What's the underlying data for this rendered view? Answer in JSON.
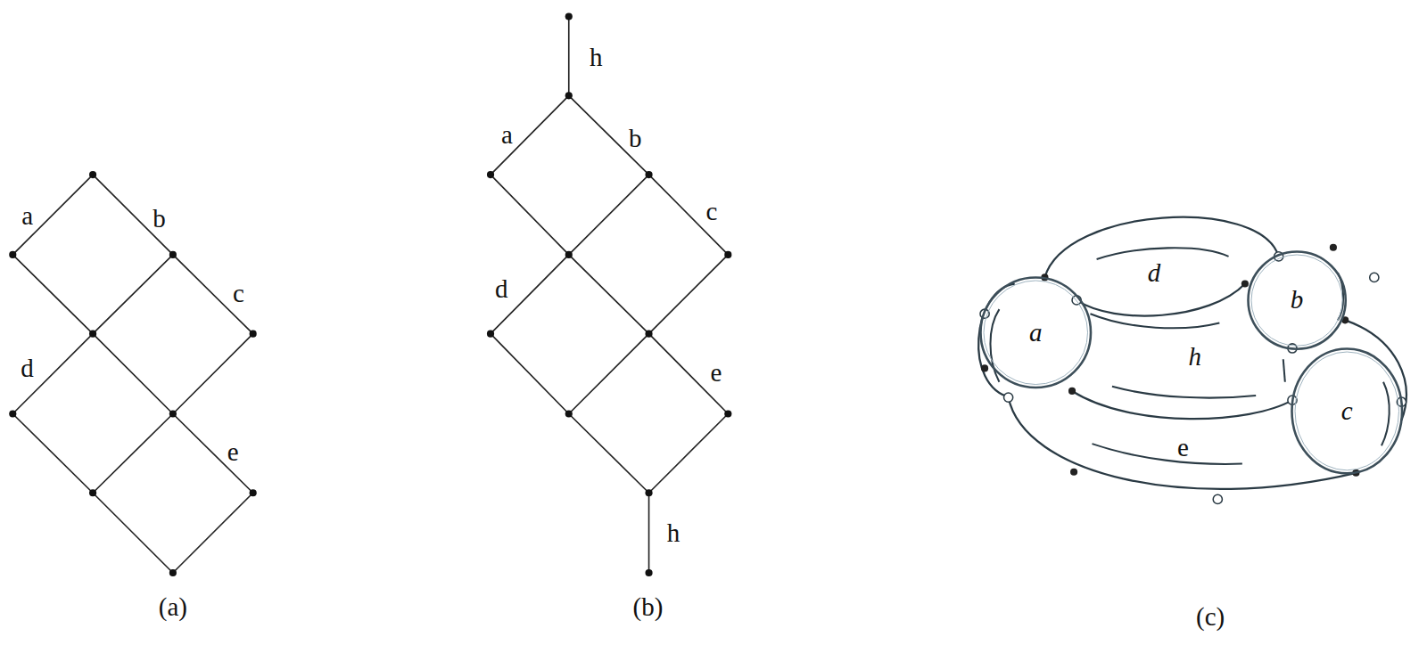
{
  "diagram": {
    "nodes": [
      {
        "text": [
          "a"
        ]
      },
      {
        "text": [
          "b"
        ]
      },
      {
        "text": [
          "c"
        ]
      }
    ],
    "labels": [
      "a",
      "b",
      "c",
      "d",
      "e",
      "(a)",
      "h",
      "a",
      "b",
      "c",
      "d",
      "e",
      "h",
      "(b)",
      "d",
      "h",
      "e",
      "(c)"
    ]
  }
}
